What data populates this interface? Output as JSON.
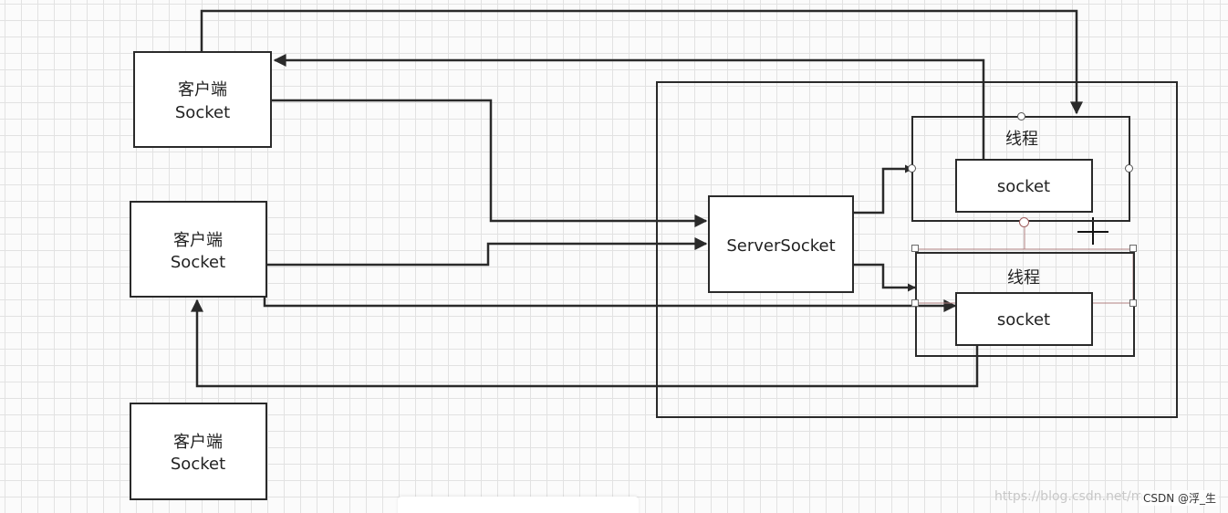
{
  "diagram": {
    "clients": [
      {
        "name": "客户端",
        "type": "Socket"
      },
      {
        "name": "客户端",
        "type": "Socket"
      },
      {
        "name": "客户端",
        "type": "Socket"
      }
    ],
    "server_socket": "ServerSocket",
    "threads": [
      {
        "title": "线程",
        "inner": "socket"
      },
      {
        "title": "线程",
        "inner": "socket"
      }
    ],
    "connector_color": "#2a2a2a",
    "selection_color": "#b08080"
  },
  "watermark": "https://blog.csdn.net/m",
  "credit": "CSDN @浮_生"
}
